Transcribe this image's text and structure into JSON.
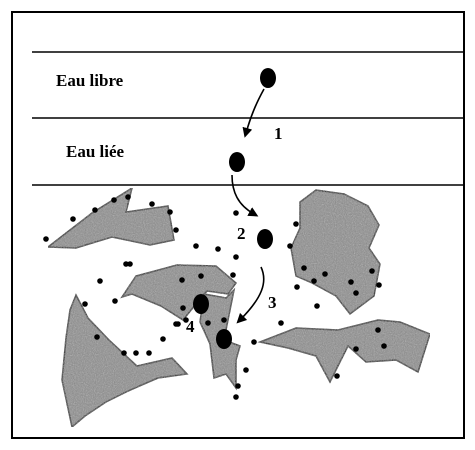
{
  "labels": {
    "free_water": "Eau libre",
    "bound_water": "Eau liée"
  },
  "steps": [
    "1",
    "2",
    "3",
    "4"
  ],
  "colors": {
    "ink": "#000000",
    "background": "#ffffff",
    "particle_fill": "#8a8a8a"
  }
}
